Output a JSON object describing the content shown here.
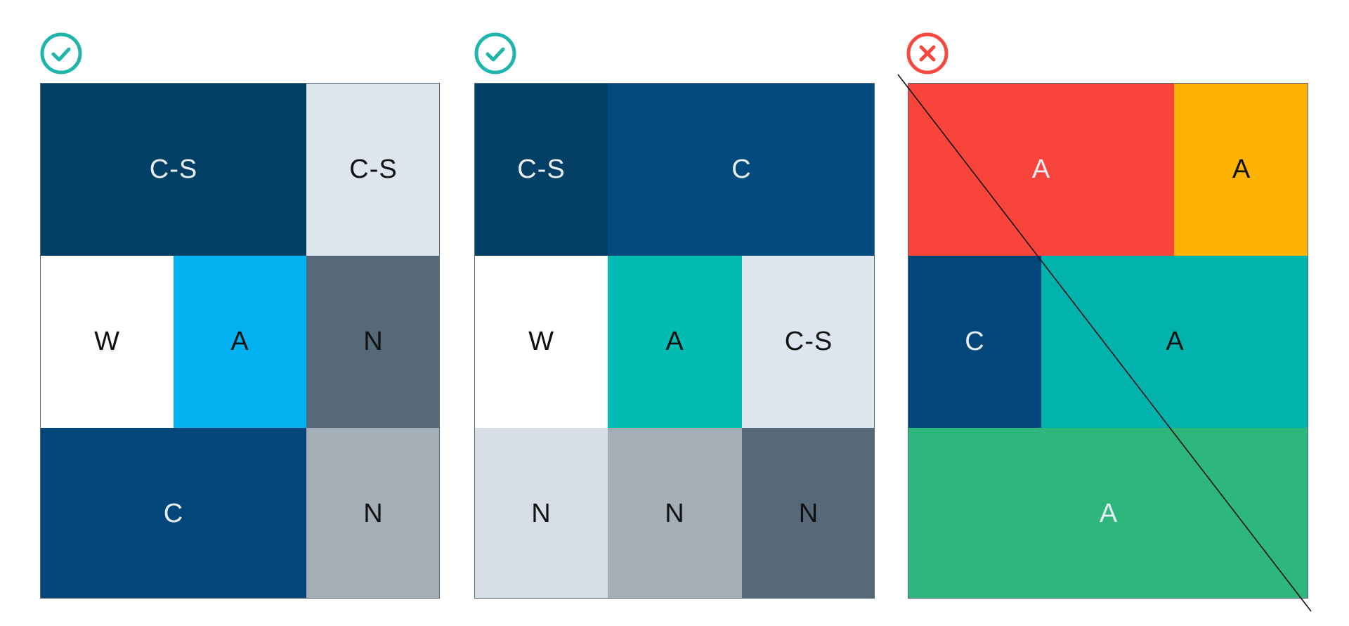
{
  "examples": [
    {
      "status": "correct",
      "icon": "check-circle-icon",
      "icon_color": "#1fb5ad",
      "tiles": [
        {
          "label": "C-S",
          "color": "#043f66"
        },
        {
          "label": "C-S",
          "color": "#dde5ee"
        },
        {
          "label": "W",
          "color": "#ffffff"
        },
        {
          "label": "A",
          "color": "#02b2f1"
        },
        {
          "label": "N",
          "color": "#556979"
        },
        {
          "label": "C",
          "color": "#03477a"
        },
        {
          "label": "N",
          "color": "#a4aeb7"
        }
      ]
    },
    {
      "status": "correct",
      "icon": "check-circle-icon",
      "icon_color": "#1fb5ad",
      "tiles": [
        {
          "label": "C-S",
          "color": "#043f66"
        },
        {
          "label": "C",
          "color": "#034a7e"
        },
        {
          "label": "W",
          "color": "#ffffff"
        },
        {
          "label": "A",
          "color": "#02bbb2"
        },
        {
          "label": "C-S",
          "color": "#dde5ee"
        },
        {
          "label": "N",
          "color": "#d6dde7"
        },
        {
          "label": "N",
          "color": "#a4aeb7"
        },
        {
          "label": "N",
          "color": "#556979"
        }
      ]
    },
    {
      "status": "incorrect",
      "icon": "x-circle-icon",
      "icon_color": "#f4493f",
      "tiles": [
        {
          "label": "A",
          "color": "#f9443c"
        },
        {
          "label": "A",
          "color": "#feb302"
        },
        {
          "label": "C",
          "color": "#03477a"
        },
        {
          "label": "A",
          "color": "#02b3ad"
        },
        {
          "label": "A",
          "color": "#2db77d"
        }
      ]
    }
  ]
}
